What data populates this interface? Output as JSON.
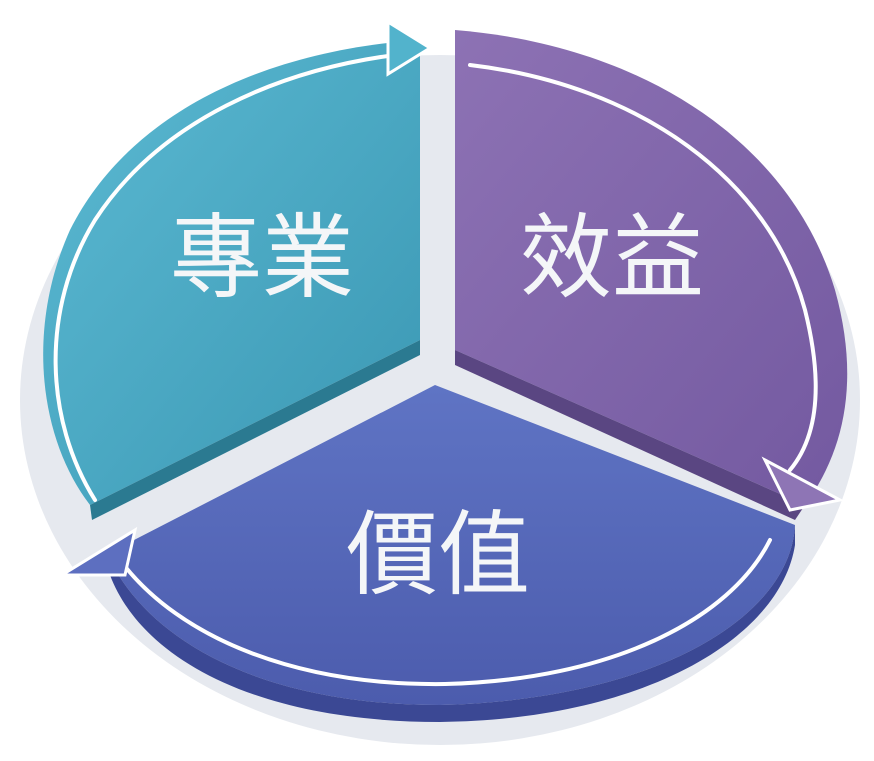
{
  "diagram": {
    "segments": [
      {
        "id": "professional",
        "label": "專業",
        "color": "#4aa9c4",
        "color_dark": "#2f7f96"
      },
      {
        "id": "benefit",
        "label": "效益",
        "color": "#8266a8",
        "color_dark": "#5d4a80"
      },
      {
        "id": "value",
        "label": "價值",
        "color": "#5b6bbb",
        "color_dark": "#3e4b90"
      }
    ]
  }
}
